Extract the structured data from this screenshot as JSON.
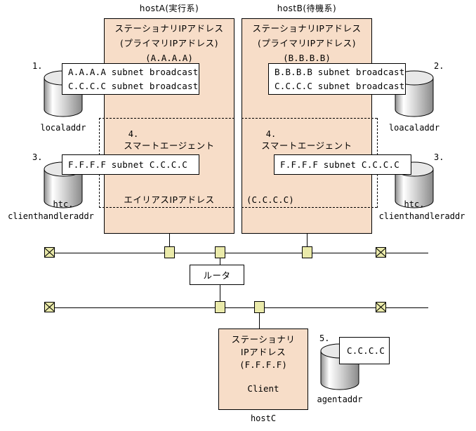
{
  "diagram": {
    "hosts": {
      "hostA": {
        "caption": "hostA(実行系)",
        "title_line1": "ステーショナリIPアドレス",
        "title_line2": "(プライマリIPアドレス)",
        "title_line3": "(A.A.A.A)",
        "agent_number": "4.",
        "agent_label": "スマートエージェント",
        "alias_label": "エイリアスIPアドレス"
      },
      "hostB": {
        "caption": "hostB(待機系)",
        "title_line1": "ステーショナリIPアドレス",
        "title_line2": "(プライマリIPアドレス)",
        "title_line3": "(B.B.B.B)",
        "agent_number": "4.",
        "agent_label": "スマートエージェント",
        "alias_value": "(C.C.C.C)"
      },
      "hostC": {
        "caption": "hostC",
        "title_line1": "ステーショナリ",
        "title_line2": "IPアドレス",
        "title_line3": "(F.F.F.F)",
        "role": "Client"
      }
    },
    "callouts": [
      {
        "number": "1.",
        "lines": [
          "A.A.A.A subnet broadcast",
          "C.C.C.C subnet broadcast"
        ]
      },
      {
        "number": "2.",
        "lines": [
          "B.B.B.B subnet broadcast",
          "C.C.C.C subnet broadcast"
        ]
      },
      {
        "number": "3.",
        "lines": [
          "F.F.F.F subnet C.C.C.C"
        ]
      },
      {
        "number": "3.",
        "lines": [
          "F.F.F.F subnet C.C.C.C"
        ]
      },
      {
        "number": "5.",
        "lines": [
          "C.C.C.C"
        ]
      }
    ],
    "cylinders": [
      {
        "label_line1": "localaddr",
        "label_line2": ""
      },
      {
        "label_line1": "loacaladdr",
        "label_line2": ""
      },
      {
        "label_line1": "htc.",
        "label_line2": "clienthandleraddr"
      },
      {
        "label_line1": "htc.",
        "label_line2": "clienthandleraddr"
      },
      {
        "label_line1": "agentaddr",
        "label_line2": ""
      }
    ],
    "router": {
      "label": "ルータ"
    },
    "colors": {
      "host_fill": "#f7ddc8",
      "node_fill": "#eaeaaa",
      "callout_fill": "#ffffff",
      "line": "#000000",
      "cylinder_light": "#ffffff",
      "cylinder_mid": "#d9d9d9",
      "cylinder_dark": "#8f8f8f"
    }
  }
}
